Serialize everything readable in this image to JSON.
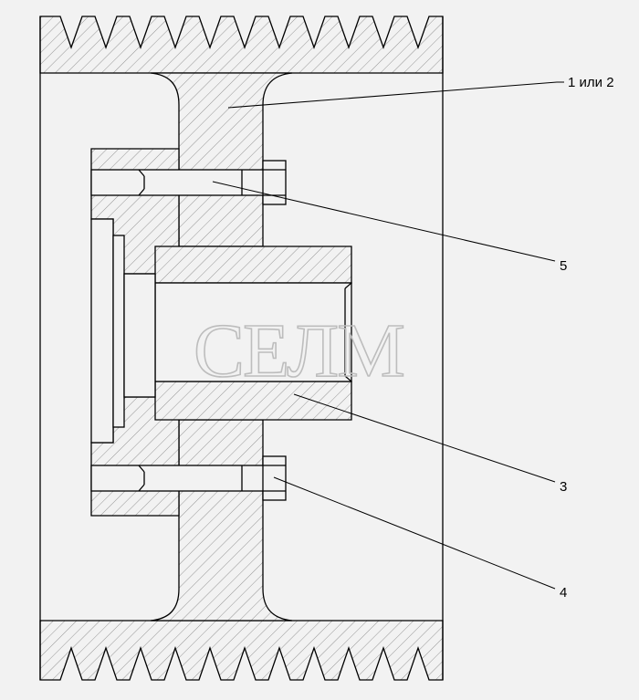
{
  "callouts": [
    {
      "id": "1",
      "label": "1 или 2"
    },
    {
      "id": "5",
      "label": "5"
    },
    {
      "id": "3",
      "label": "3"
    },
    {
      "id": "4",
      "label": "4"
    }
  ],
  "watermark": "СЕЛМ",
  "colors": {
    "background": "#f2f2f2",
    "line": "#000000",
    "hatch": "#8a8a8a",
    "watermark": "#bdbdbd"
  }
}
